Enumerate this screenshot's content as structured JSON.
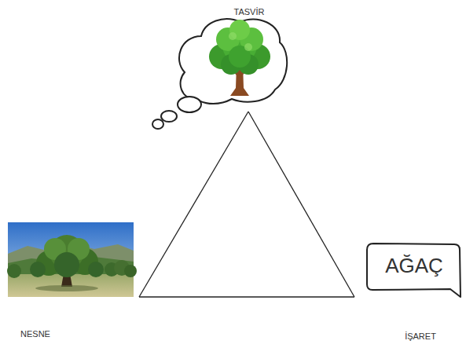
{
  "diagram": {
    "nodes": [
      {
        "text": [
          "TASVİR"
        ]
      },
      {
        "text": [
          "NESNE"
        ]
      },
      {
        "text": [
          "AĞAÇ",
          "İŞARET"
        ]
      }
    ],
    "edges": [
      {
        "from": 0,
        "to": 1,
        "arrow": "none"
      },
      {
        "from": 0,
        "to": 2,
        "arrow": "none"
      },
      {
        "from": 1,
        "to": 2,
        "arrow": "none"
      }
    ]
  }
}
